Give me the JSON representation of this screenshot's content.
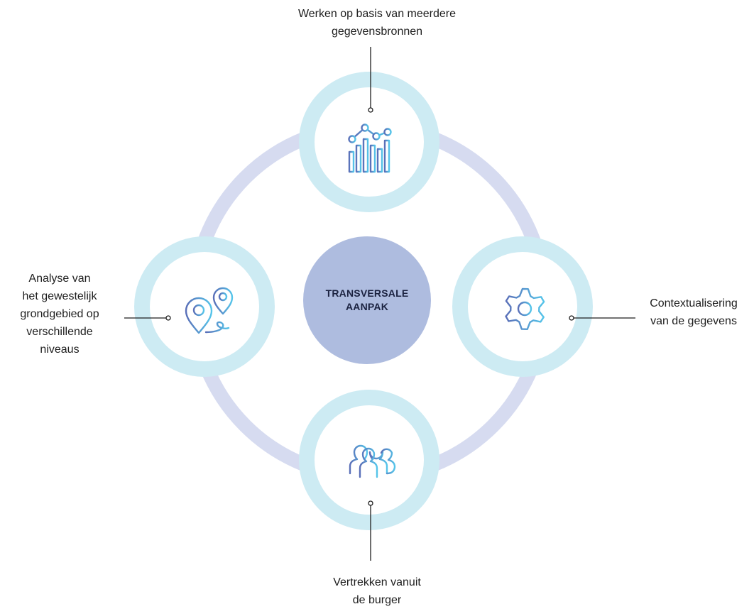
{
  "center": {
    "line1": "TRANSVERSALE",
    "line2": "AANPAK"
  },
  "items": [
    {
      "id": "top",
      "icon": "bar-chart-icon",
      "lines": [
        "Werken op basis van meerdere",
        "gegevensbronnen"
      ]
    },
    {
      "id": "right",
      "icon": "gear-icon",
      "lines": [
        "Contextualisering",
        "van de gegevens"
      ]
    },
    {
      "id": "bottom",
      "icon": "people-group-icon",
      "lines": [
        "Vertrekken vanuit",
        "de burger"
      ]
    },
    {
      "id": "left",
      "icon": "map-pins-icon",
      "lines": [
        "Analyse van",
        "het gewestelijk",
        "grondgebied op",
        "verschillende",
        "niveaus"
      ]
    }
  ],
  "colors": {
    "ring": "#d6dbf0",
    "node_ring": "#cdebf3",
    "center": "#aebcdf",
    "icon_start": "#5a6fb8",
    "icon_end": "#55c5ea",
    "connector": "#1e1e1e"
  }
}
